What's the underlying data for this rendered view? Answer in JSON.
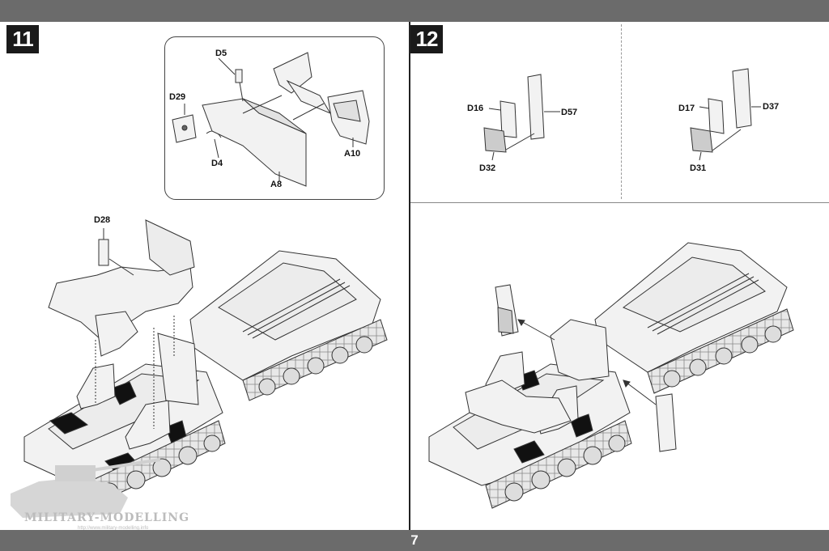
{
  "page_number": "7",
  "steps": [
    {
      "number": "11"
    },
    {
      "number": "12"
    }
  ],
  "part_labels": {
    "d5": "D5",
    "d29": "D29",
    "d4": "D4",
    "a8": "A8",
    "a10": "A10",
    "d28": "D28",
    "d16": "D16",
    "d57": "D57",
    "d32": "D32",
    "d17": "D17",
    "d37": "D37",
    "d31": "D31"
  },
  "watermark": {
    "text": "MILITARY-MODELLING",
    "url": "http://www.military-modelling.info"
  },
  "colors": {
    "bar": "#6b6b6b",
    "step_box": "#1a1a1a",
    "line": "#333333",
    "part_fill": "#f2f2f2"
  }
}
